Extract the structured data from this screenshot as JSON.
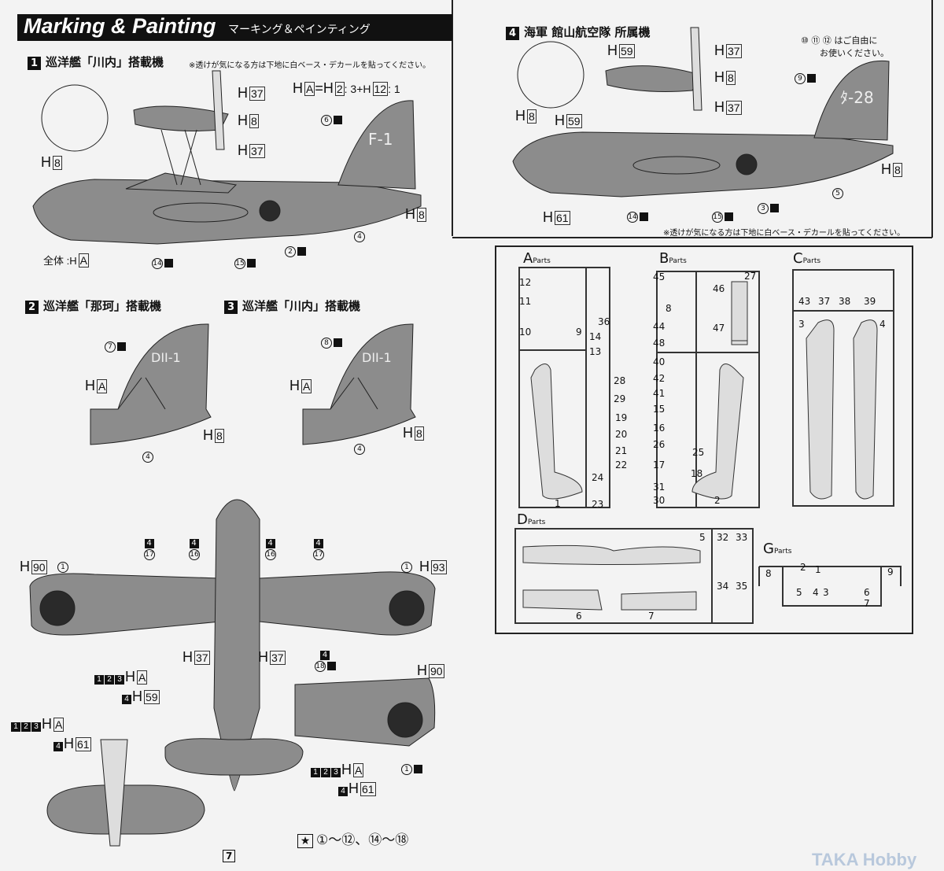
{
  "header": {
    "title": "Marking & Painting",
    "subtitle": "マーキング＆ペインティング"
  },
  "sec1": {
    "num": "1",
    "title": "巡洋艦「川内」搭載機",
    "note": "※透けが気になる方は下地に白ベース・デカールを貼ってください。",
    "mix": {
      "p1": "H",
      "c1": "A",
      "eq": "=H",
      "c2": "2",
      "r1": ": 3+H",
      "c3": "12",
      "r2": ": 1"
    },
    "overall": "全体 :H",
    "overall_code": "A",
    "paints": [
      {
        "h": "H",
        "c": "8"
      },
      {
        "h": "H",
        "c": "37"
      },
      {
        "h": "H",
        "c": "8"
      },
      {
        "h": "H",
        "c": "37"
      },
      {
        "h": "H",
        "c": "8"
      }
    ],
    "decals": [
      "6",
      "4",
      "2",
      "15",
      "14"
    ],
    "fin_text": "F-1"
  },
  "sec4": {
    "num": "4",
    "title": "海軍 館山航空隊 所属機",
    "free_note": "⑩ ⑪ ⑫ はご自由に",
    "free_note2": "お使いください。",
    "note": "※透けが気になる方は下地に白ベース・デカールを貼ってください。",
    "paints": [
      {
        "h": "H",
        "c": "59"
      },
      {
        "h": "H",
        "c": "37"
      },
      {
        "h": "H",
        "c": "8"
      },
      {
        "h": "H",
        "c": "37"
      },
      {
        "h": "H",
        "c": "8"
      },
      {
        "h": "H",
        "c": "59"
      },
      {
        "h": "H",
        "c": "8"
      },
      {
        "h": "H",
        "c": "61"
      }
    ],
    "decals": [
      "9",
      "5",
      "3",
      "15",
      "14"
    ],
    "fin_text": "ﾀ-28"
  },
  "sec2": {
    "num": "2",
    "title": "巡洋艦「那珂」搭載機",
    "paints": [
      {
        "h": "H",
        "c": "A"
      },
      {
        "h": "H",
        "c": "8"
      }
    ],
    "decals": [
      "7",
      "4"
    ],
    "fin_text": "DII-1"
  },
  "sec3": {
    "num": "3",
    "title": "巡洋艦「川内」搭載機",
    "paints": [
      {
        "h": "H",
        "c": "A"
      },
      {
        "h": "H",
        "c": "8"
      }
    ],
    "decals": [
      "8",
      "4"
    ],
    "fin_text": "DII-1"
  },
  "topview": {
    "paints": [
      {
        "h": "H",
        "c": "90"
      },
      {
        "h": "H",
        "c": "93"
      },
      {
        "h": "H",
        "c": "37"
      },
      {
        "h": "H",
        "c": "37"
      },
      {
        "h": "H",
        "c": "A"
      },
      {
        "h": "H",
        "c": "59"
      },
      {
        "h": "H",
        "c": "90"
      },
      {
        "h": "H",
        "c": "A"
      },
      {
        "h": "H",
        "c": "61"
      },
      {
        "h": "H",
        "c": "A"
      },
      {
        "h": "H",
        "c": "61"
      }
    ],
    "decals": [
      "17",
      "16",
      "16",
      "17",
      "1",
      "1",
      "18",
      "1"
    ],
    "scheme_nums": [
      "4",
      "1",
      "2",
      "3"
    ],
    "legend": "①〜⑫、⑭〜⑱"
  },
  "parts": {
    "suffix": "Parts",
    "groups": [
      "A",
      "B",
      "C",
      "D",
      "G"
    ],
    "A": [
      "12",
      "11",
      "10",
      "9",
      "36",
      "14",
      "13",
      "28",
      "29",
      "19",
      "20",
      "21",
      "22",
      "24",
      "23",
      "1"
    ],
    "B": [
      "45",
      "8",
      "44",
      "48",
      "40",
      "42",
      "41",
      "15",
      "16",
      "26",
      "17",
      "31",
      "30",
      "46",
      "47",
      "27",
      "25",
      "18",
      "2"
    ],
    "C": [
      "43",
      "37",
      "38",
      "39",
      "3",
      "4"
    ],
    "D": [
      "5",
      "6",
      "7",
      "32",
      "33",
      "34",
      "35"
    ],
    "G": [
      "8",
      "2",
      "1",
      "9",
      "5",
      "4",
      "3",
      "6",
      "7"
    ]
  },
  "page_number": "7",
  "watermark": "TAKA Hobby",
  "colors": {
    "paint_grey": "#8c8c8c",
    "hinomaru": "#2a2a2a",
    "ink": "#111111"
  }
}
